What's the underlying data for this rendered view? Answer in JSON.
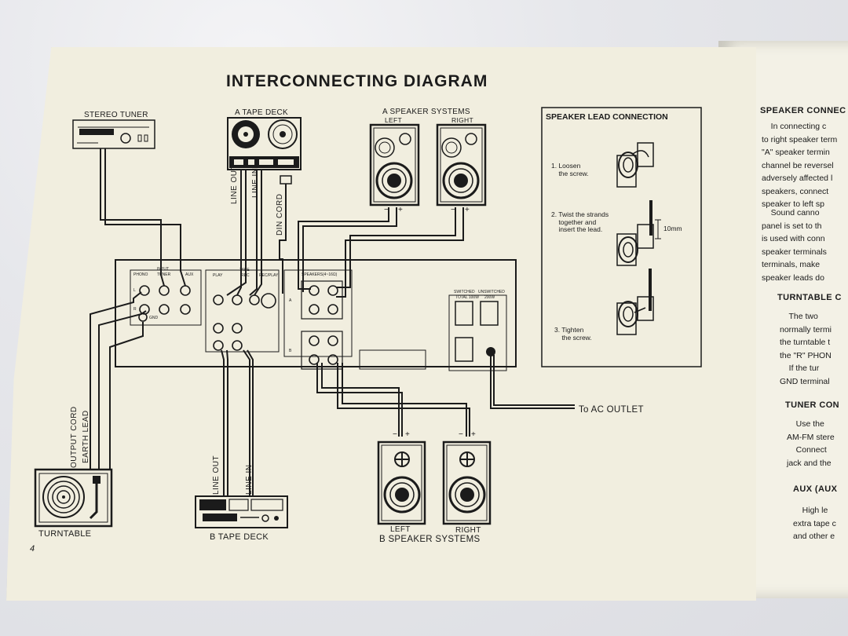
{
  "title": "INTERCONNECTING DIAGRAM",
  "page_number": "4",
  "labels": {
    "stereo_tuner": "STEREO TUNER",
    "a_tape_deck": "A TAPE DECK",
    "a_speaker_systems": "A SPEAKER SYSTEMS",
    "a_left": "LEFT",
    "a_right": "RIGHT",
    "turntable": "TURNTABLE",
    "b_tape_deck": "B TAPE DECK",
    "b_speaker_systems": "B SPEAKER SYSTEMS",
    "b_left": "LEFT",
    "b_right": "RIGHT",
    "to_ac_outlet": "To AC OUTLET",
    "output_cord": "OUTPUT CORD",
    "earth_lead": "EARTH LEAD",
    "line_out_a": "LINE OUT",
    "line_in_a": "LINE IN",
    "din_cord": "DIN CORD",
    "line_out_b": "LINE OUT",
    "line_in_b": "LINE IN",
    "minus": "−",
    "plus": "+"
  },
  "amp_panel": {
    "input": "INPUT",
    "phono": "PHONO",
    "tuner": "TUNER",
    "aux": "AUX",
    "tape": "TAPE",
    "play": "PLAY",
    "rec": "REC",
    "rec_play": "REC/PLAY",
    "speakers": "SPEAKERS(4~16Ω)",
    "switched": "SWITCHED",
    "unswitched": "UNSWITCHED",
    "total_100w": "TOTAL 100W",
    "w_200": "200W",
    "gnd": "GND",
    "l": "L",
    "r": "R",
    "a": "A",
    "b": "B"
  },
  "inset": {
    "title": "SPEAKER LEAD CONNECTION",
    "step1": "1. Loosen\n    the screw.",
    "step2": "2. Twist the strands\n    together and\n    insert the lead.",
    "step3": "3. Tighten\n    the screw.",
    "dimension": "10mm"
  },
  "right_column": {
    "heading1": "SPEAKER CONNEC",
    "para1": "    In connecting c\nto right speaker term\n\"A\" speaker termin\nchannel be reversel\nadversely affected l\nspeakers, connect\nspeaker to left sp",
    "para2": "    Sound canno\npanel is set to th\nis used with conn\nspeaker terminals\nterminals, make\nspeaker leads do",
    "heading2": "TURNTABLE C",
    "para3": "    The two\nnormally termi\nthe turntable t\nthe \"R\" PHON\n    If the tur\nGND terminal",
    "heading3": "TUNER CON",
    "para4": "    Use the\nAM-FM stere\n    Connect\njack and the",
    "heading4": "AUX (AUX",
    "para5": "    High le\nextra tape c\nand other e"
  }
}
